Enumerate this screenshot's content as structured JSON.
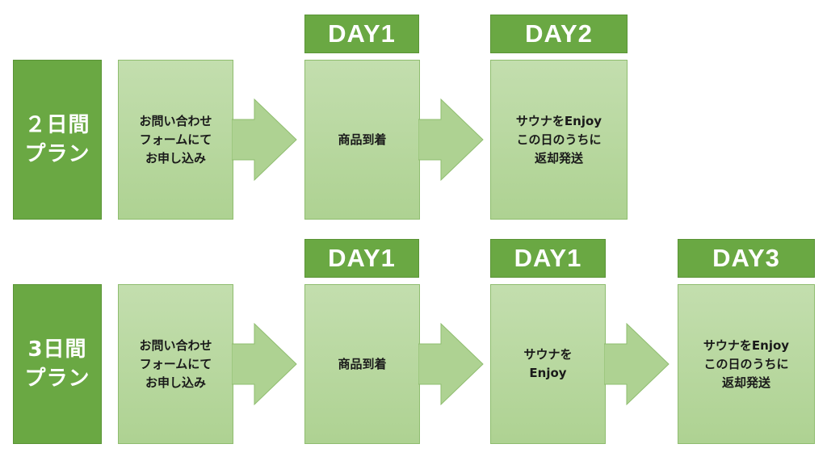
{
  "colors": {
    "header_green": "#6aa843",
    "box_green_top": "#c3deae",
    "box_green_bottom": "#aed292",
    "border_green": "#8fbd6f",
    "text_dark": "#1a1a1a",
    "text_white": "#ffffff"
  },
  "plans": [
    {
      "label": "２日間\nプラン",
      "days": [
        "DAY1",
        "DAY2"
      ],
      "steps": [
        "お問い合わせ\nフォームにて\nお申し込み",
        "商品到着",
        "サウナをEnjoy\nこの日のうちに\n返却発送"
      ]
    },
    {
      "label": "3日間\nプラン",
      "days": [
        "DAY1",
        "DAY1",
        "DAY3"
      ],
      "steps": [
        "お問い合わせ\nフォームにて\nお申し込み",
        "商品到着",
        "サウナを\nEnjoy",
        "サウナをEnjoy\nこの日のうちに\n返却発送"
      ]
    }
  ]
}
